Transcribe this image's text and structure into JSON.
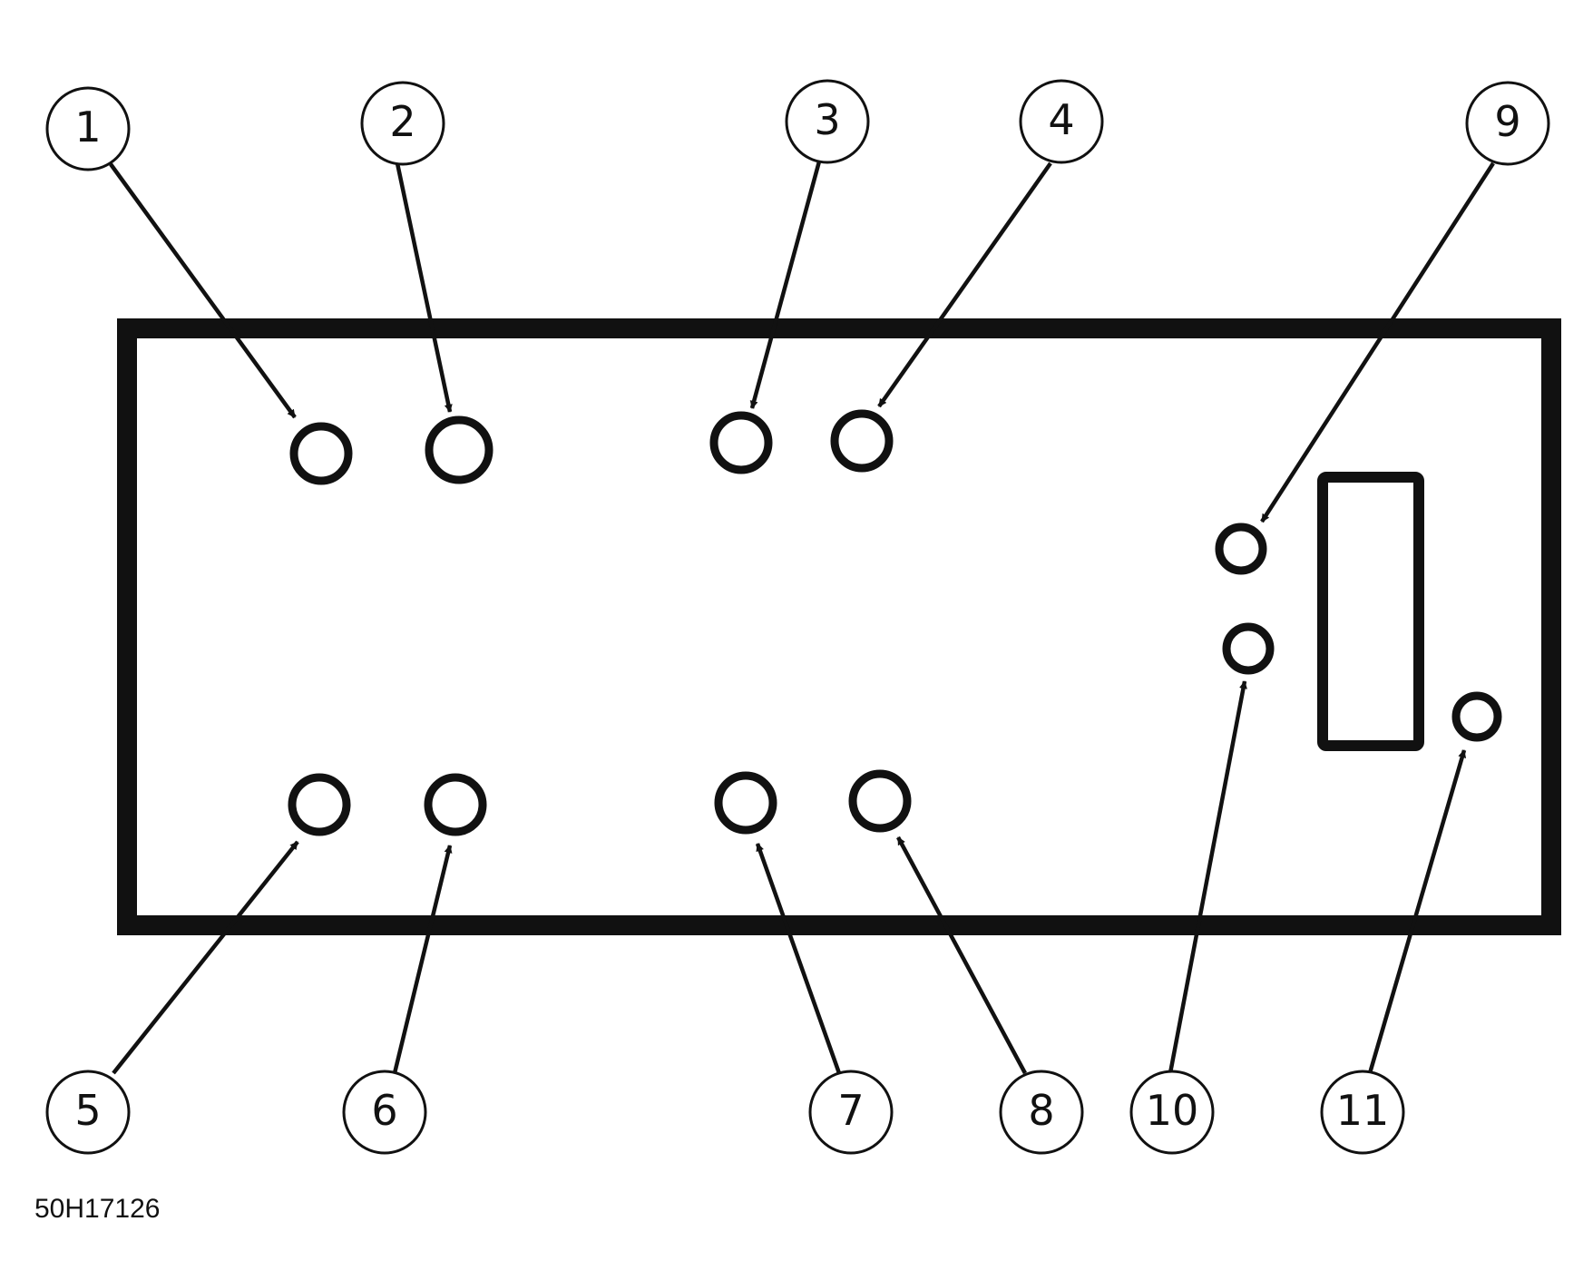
{
  "figure_code": "50H17126",
  "callouts": [
    {
      "id": "1",
      "label": "1"
    },
    {
      "id": "2",
      "label": "2"
    },
    {
      "id": "3",
      "label": "3"
    },
    {
      "id": "4",
      "label": "4"
    },
    {
      "id": "5",
      "label": "5"
    },
    {
      "id": "6",
      "label": "6"
    },
    {
      "id": "7",
      "label": "7"
    },
    {
      "id": "8",
      "label": "8"
    },
    {
      "id": "9",
      "label": "9"
    },
    {
      "id": "10",
      "label": "10"
    },
    {
      "id": "11",
      "label": "11"
    }
  ],
  "colors": {
    "ink": "#111111",
    "paper": "#ffffff"
  }
}
